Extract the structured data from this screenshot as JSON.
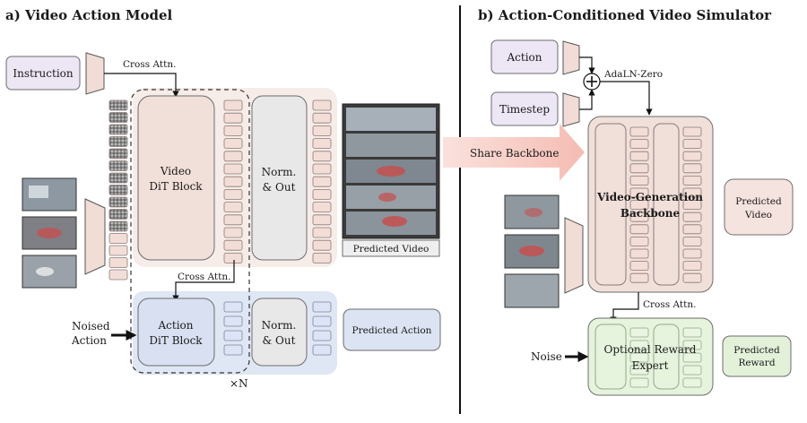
{
  "panel_a": {
    "title": "a) Video Action Model",
    "instruction": "Instruction",
    "cross_attn_top": "Cross Attn.",
    "video_block": [
      "Video",
      "DiT Block"
    ],
    "norm_out_top": [
      "Norm.",
      "& Out"
    ],
    "predicted_video": "Predicted Video",
    "cross_attn_mid": "Cross Attn.",
    "action_block": [
      "Action",
      "DiT Block"
    ],
    "norm_out_bottom": [
      "Norm.",
      "& Out"
    ],
    "predicted_action": "Predicted Action",
    "noised_action": [
      "Noised",
      "Action"
    ],
    "times_n": "×N"
  },
  "panel_b": {
    "title": "b) Action-Conditioned Video Simulator",
    "action": "Action",
    "timestep": "Timestep",
    "adaln": "AdaLN-Zero",
    "share_backbone": "Share Backbone",
    "backbone": [
      "Video-Generation",
      "Backbone"
    ],
    "predicted_video": [
      "Predicted",
      "Video"
    ],
    "cross_attn": "Cross Attn.",
    "reward_expert": [
      "Optional Reward",
      "Expert"
    ],
    "noise": "Noise",
    "predicted_reward": [
      "Predicted",
      "Reward"
    ]
  },
  "colors": {
    "instruction_fill": "#ede6f5",
    "video_block_fill": "#f1dfd9",
    "video_token_fill": "#f3ddd7",
    "norm_fill": "#e8e8e8",
    "action_fill": "#d8e0f2",
    "action_region": "#dde4f3",
    "video_region": "#f5ebe6",
    "reward_fill": "#e6f3dd",
    "reward_pred_fill": "#e3f1d9",
    "pred_video_fill": "#f5e3df",
    "share_arrow": "#f5c6be"
  }
}
